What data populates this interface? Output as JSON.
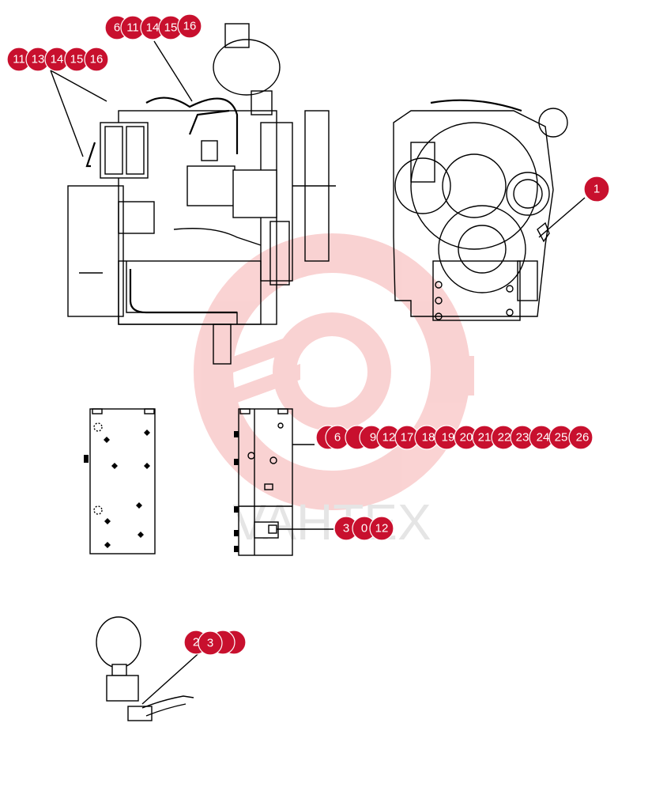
{
  "colors": {
    "callout": "#c8102e",
    "line": "#000000",
    "watermark": "#f3b0b0"
  },
  "watermark": {
    "text": "VAHTEX"
  },
  "callouts": {
    "c1": [
      "6",
      "11",
      "14",
      "15",
      "16"
    ],
    "c2": [
      "11",
      "13",
      "14",
      "15",
      "16"
    ],
    "c3": [
      "1"
    ],
    "c4": [
      "6",
      "9",
      "12",
      "17",
      "18",
      "19",
      "20",
      "21",
      "22",
      "23",
      "24",
      "25",
      "26"
    ],
    "c5": [
      "3",
      "0",
      "12"
    ],
    "c6": [
      "2",
      "3"
    ]
  }
}
